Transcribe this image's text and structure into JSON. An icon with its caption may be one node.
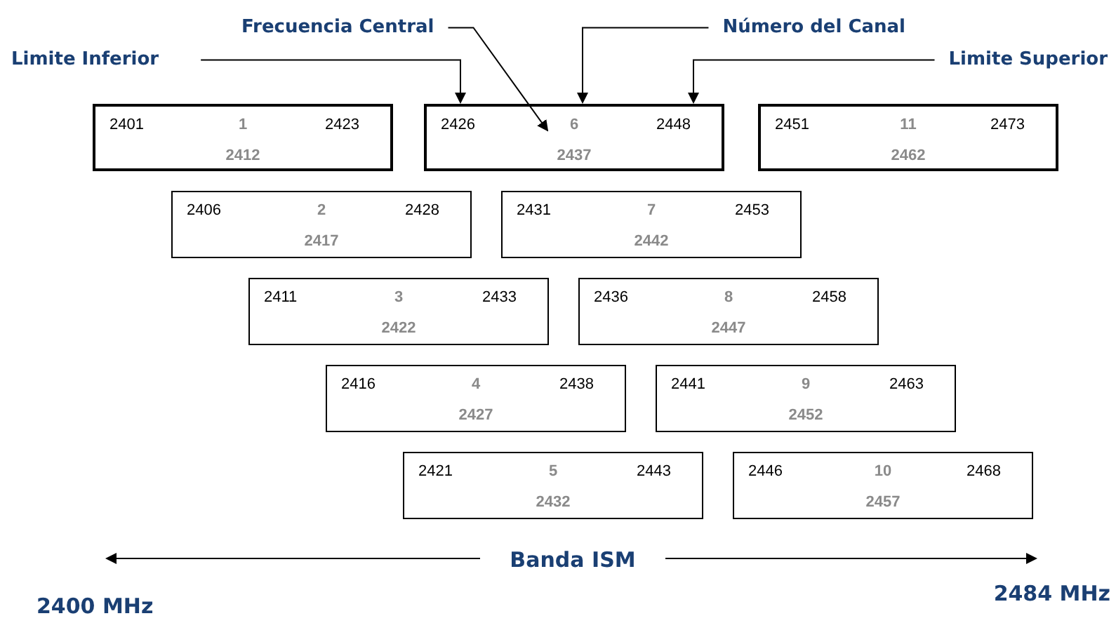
{
  "diagram": {
    "nodes": [
      {
        "text": [
          "Frecuencia Central"
        ]
      },
      {
        "text": [
          "Número del Canal"
        ]
      },
      {
        "text": [
          "Limite Inferior"
        ]
      },
      {
        "text": [
          "Limite Superior"
        ]
      },
      {
        "text": [
          "2401",
          "1",
          "2423",
          "2412"
        ]
      },
      {
        "text": [
          "2426",
          "6",
          "2448",
          "2437"
        ]
      },
      {
        "text": [
          "2451",
          "11",
          "2473",
          "2462"
        ]
      },
      {
        "text": [
          "2406",
          "2",
          "2428",
          "2417"
        ]
      },
      {
        "text": [
          "2431",
          "7",
          "2453",
          "2442"
        ]
      },
      {
        "text": [
          "2411",
          "3",
          "2433",
          "2422"
        ]
      },
      {
        "text": [
          "2436",
          "8",
          "2458",
          "2447"
        ]
      },
      {
        "text": [
          "2416",
          "4",
          "2438",
          "2427"
        ]
      },
      {
        "text": [
          "2441",
          "9",
          "2463",
          "2452"
        ]
      },
      {
        "text": [
          "2421",
          "5",
          "2443",
          "2432"
        ]
      },
      {
        "text": [
          "2446",
          "10",
          "2468",
          "2457"
        ]
      }
    ],
    "edges": [
      {
        "from": 0,
        "to": 5,
        "arrow": "to"
      },
      {
        "from": 1,
        "to": 5,
        "arrow": "to"
      },
      {
        "from": 2,
        "to": 5,
        "arrow": "to"
      },
      {
        "from": 3,
        "to": 5,
        "arrow": "to"
      }
    ],
    "labels": [
      "Banda ISM",
      "2400 MHz",
      "2484 MHz"
    ]
  }
}
